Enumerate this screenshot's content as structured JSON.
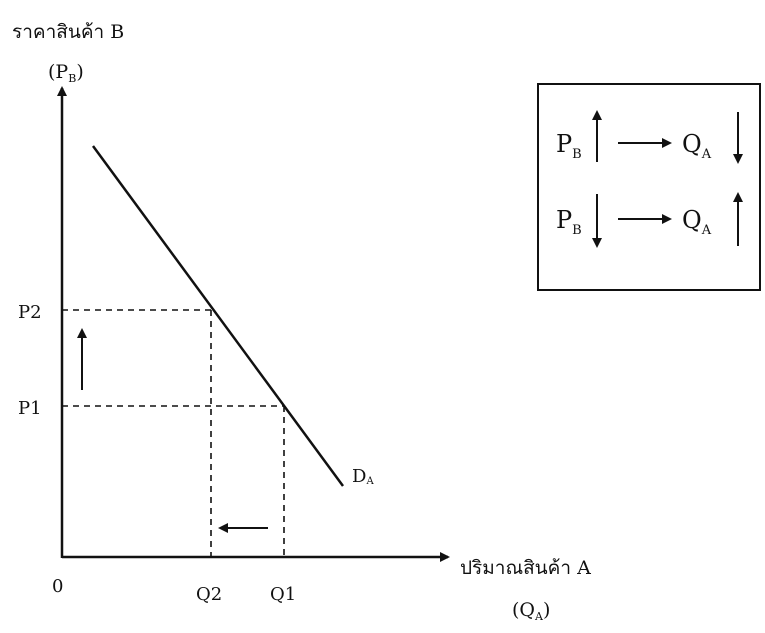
{
  "y_axis": {
    "title": "ราคาสินค้า B",
    "symbol": "P",
    "symbol_sub": "B"
  },
  "x_axis": {
    "title": "ปริมาณสินค้า A",
    "symbol": "Q",
    "symbol_sub": "A"
  },
  "origin_label": "0",
  "price_levels": [
    {
      "label": "P2"
    },
    {
      "label": "P1"
    }
  ],
  "quantity_levels": [
    {
      "label": "Q2"
    },
    {
      "label": "Q1"
    }
  ],
  "demand_curve": {
    "label": "D",
    "label_sub": "A"
  },
  "legend": {
    "rows": [
      {
        "left": "P",
        "left_sub": "B",
        "left_arrow": "up",
        "right": "Q",
        "right_sub": "A",
        "right_arrow": "down"
      },
      {
        "left": "P",
        "left_sub": "B",
        "left_arrow": "down",
        "right": "Q",
        "right_sub": "A",
        "right_arrow": "up"
      }
    ]
  }
}
